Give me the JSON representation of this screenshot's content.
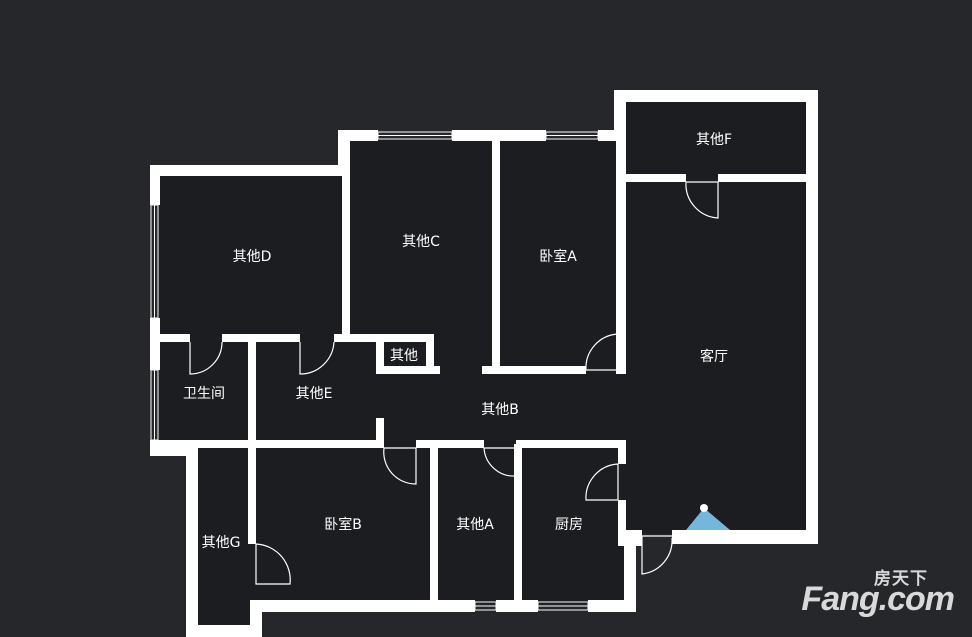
{
  "rooms": {
    "other_d": "其他D",
    "other_c": "其他C",
    "bedroom_a": "卧室A",
    "other_f": "其他F",
    "living_room": "客厅",
    "other_small": "其他",
    "bathroom": "卫生间",
    "other_e": "其他E",
    "other_b": "其他B",
    "other_g": "其他G",
    "bedroom_b": "卧室B",
    "other_a": "其他A",
    "kitchen": "厨房"
  },
  "watermark": {
    "chinese": "房天下",
    "brand": "Fang.com"
  },
  "colors": {
    "background": "#26272b",
    "wall": "#ffffff",
    "room_fill": "#1c1d20"
  }
}
